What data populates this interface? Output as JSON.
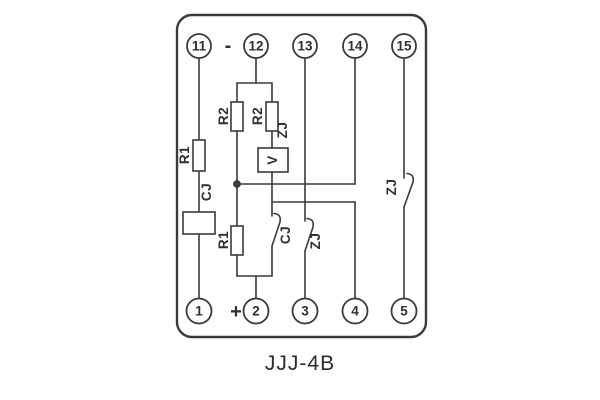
{
  "diagram": {
    "caption": "JJJ-4B",
    "colors": {
      "stroke": "#3a3a3a",
      "text": "#2f2f2f",
      "background": "#ffffff"
    },
    "polarity": {
      "negative": "-",
      "positive": "+"
    },
    "terminals": {
      "top": [
        {
          "label": "11"
        },
        {
          "label": "12"
        },
        {
          "label": "13"
        },
        {
          "label": "14"
        },
        {
          "label": "15"
        }
      ],
      "bottom": [
        {
          "label": "1"
        },
        {
          "label": "2"
        },
        {
          "label": "3"
        },
        {
          "label": "4"
        },
        {
          "label": "5"
        }
      ]
    },
    "components": {
      "r1_left": "R1",
      "cj_coil": "CJ",
      "r2_left": "R2",
      "r2_right": "R2",
      "zj_coil": "ZJ",
      "v_element": "V",
      "r1_mid": "R1",
      "cj_contact": "CJ",
      "zj_contact_mid": "ZJ",
      "zj_contact_right": "ZJ"
    }
  }
}
